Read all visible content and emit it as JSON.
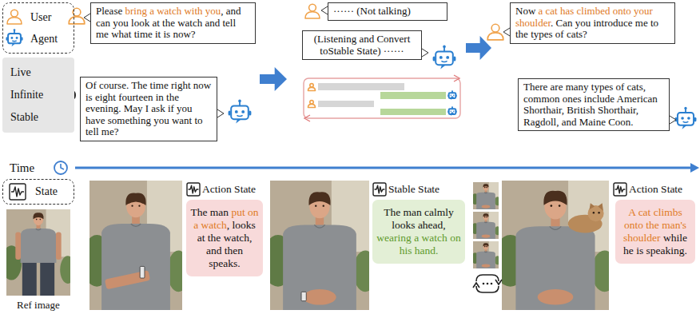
{
  "diagram": {
    "nodes": [
      {
        "text": [
          "User",
          "Agent"
        ]
      },
      {
        "text": [
          "Please bring a watch with you, and can you look at the watch and tell me what time it is now?"
        ]
      },
      {
        "text": [
          "······ (Not talking)"
        ]
      },
      {
        "text": [
          "Now a cat has climbed onto your shoulder. Can you introduce me to the types of cats?"
        ]
      },
      {
        "text": [
          "Live",
          "Infinite",
          "Stable"
        ]
      },
      {
        "text": [
          "Of course. The time right now is eight fourteen in the evening. May I ask if you have something you want to tell me?"
        ]
      },
      {
        "text": [
          "(Listening and Convert toStable State) ······"
        ]
      },
      {
        "text": [
          "There are many types of cats, common ones include American Shorthair, British Shorthair, Ragdoll, and Maine Coon."
        ]
      },
      {
        "text": [
          "State"
        ]
      },
      {
        "text": [
          "The man put on a watch, looks at the watch, and then speaks."
        ]
      },
      {
        "text": [
          "The man calmly looks ahead, wearing a watch on his hand."
        ]
      },
      {
        "text": [
          "A cat climbs onto the man's shoulder while he is speaking."
        ]
      }
    ],
    "labels": [
      "Time",
      "Ref image",
      "Action State",
      "Stable State",
      "Action State"
    ]
  }
}
